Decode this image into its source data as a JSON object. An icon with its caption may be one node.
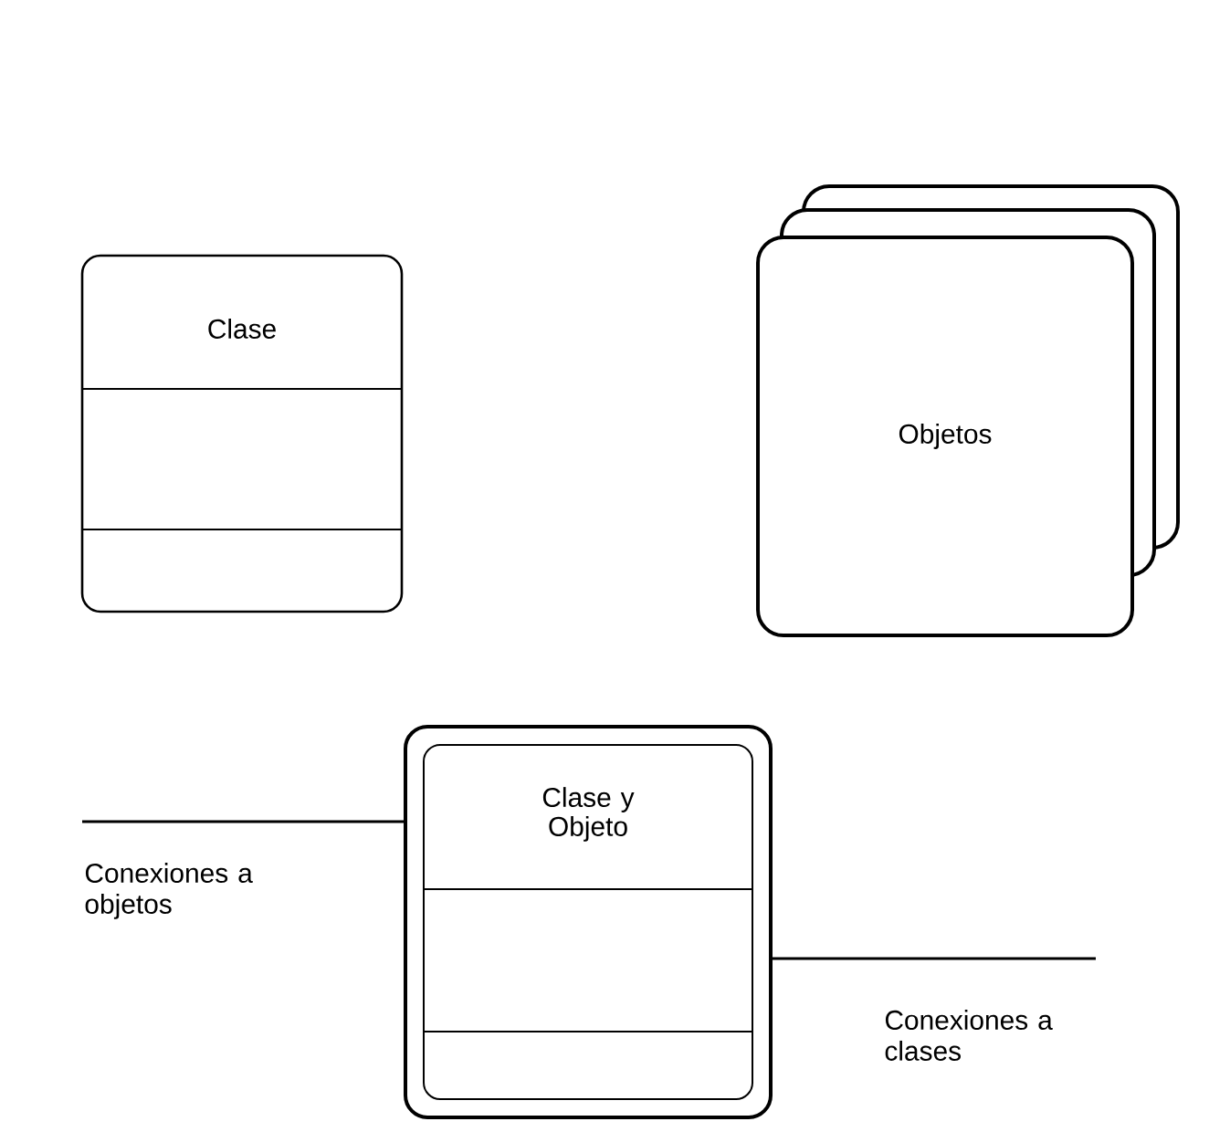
{
  "diagram": {
    "nodes": [
      {
        "text": [
          "Clase"
        ]
      },
      {
        "text": [
          "Objetos"
        ]
      },
      {
        "text": [
          "Clase y Objeto"
        ]
      }
    ],
    "edges": [
      {
        "from": null,
        "to": 2,
        "arrow": "none",
        "label": "Conexiones a objetos"
      },
      {
        "from": 2,
        "to": null,
        "arrow": "none",
        "label": "Conexiones a clases"
      }
    ]
  }
}
